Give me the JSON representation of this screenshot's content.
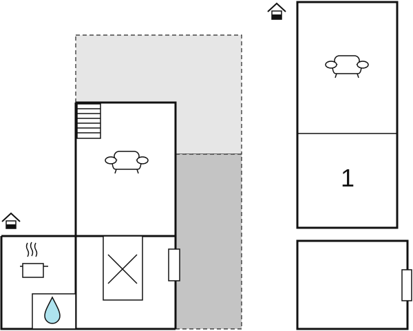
{
  "floorplan": {
    "room_labels": [
      {
        "text": "1"
      }
    ],
    "icons": [
      {
        "name": "entrance-icon-top"
      },
      {
        "name": "entrance-icon-left"
      },
      {
        "name": "sofa-icon-main"
      },
      {
        "name": "sofa-icon-annex"
      },
      {
        "name": "bed-icon"
      },
      {
        "name": "cooking-pot-icon"
      },
      {
        "name": "water-drop-icon"
      },
      {
        "name": "stairs-icon"
      },
      {
        "name": "door-icon"
      }
    ],
    "colors": {
      "terrace_light": "#e6e6e6",
      "terrace_dark": "#c4c4c4",
      "wall": "#111111",
      "water": "#aee3ee"
    }
  }
}
